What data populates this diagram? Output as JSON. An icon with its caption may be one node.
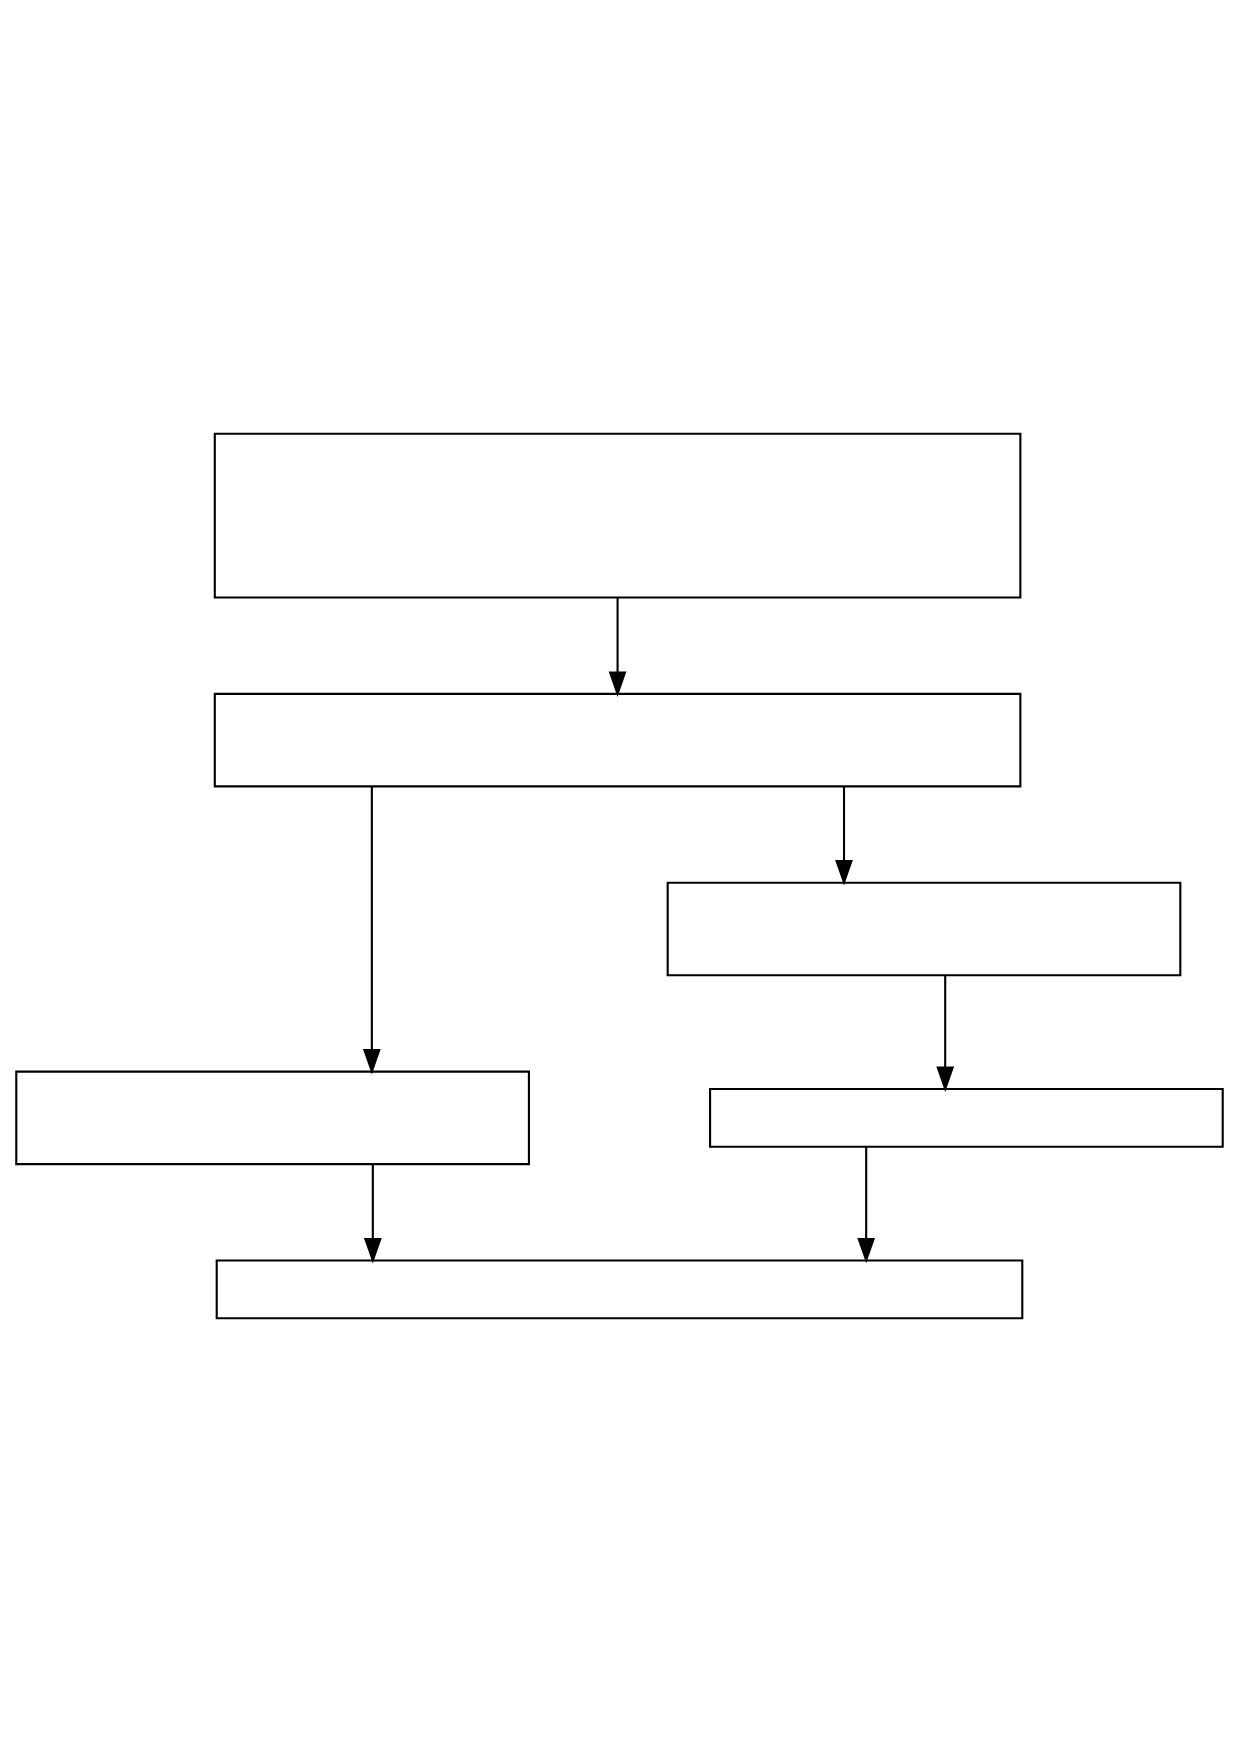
{
  "diagram": {
    "nodes": [
      {
        "text": [],
        "shape": "box"
      },
      {
        "text": [],
        "shape": "box"
      },
      {
        "text": [],
        "shape": "box"
      },
      {
        "text": [],
        "shape": "box"
      },
      {
        "text": [],
        "shape": "box"
      },
      {
        "text": [],
        "shape": "box"
      }
    ],
    "edges": [
      {
        "from": 0,
        "to": 1,
        "arrow": "to"
      },
      {
        "from": 1,
        "to": 2,
        "arrow": "to"
      },
      {
        "from": 1,
        "to": 3,
        "arrow": "to"
      },
      {
        "from": 3,
        "to": 4,
        "arrow": "to"
      },
      {
        "from": 2,
        "to": 5,
        "arrow": "to"
      },
      {
        "from": 4,
        "to": 5,
        "arrow": "to"
      }
    ]
  }
}
